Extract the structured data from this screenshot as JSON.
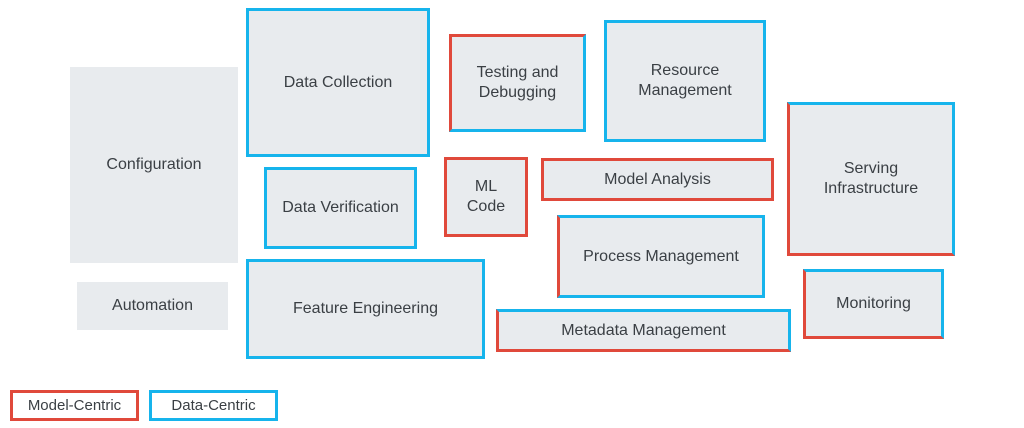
{
  "colors": {
    "model_centric": "#e0493b",
    "data_centric": "#16b4ec",
    "box_fill": "#e8ebee"
  },
  "boxes": {
    "configuration": "Configuration",
    "automation": "Automation",
    "data_collection": "Data Collection",
    "data_verification": "Data Verification",
    "feature_engineering": "Feature Engineering",
    "testing_debugging": "Testing and\nDebugging",
    "ml_code": "ML\nCode",
    "resource_management": "Resource\nManagement",
    "model_analysis": "Model Analysis",
    "process_management": "Process Management",
    "metadata_management": "Metadata Management",
    "serving_infrastructure": "Serving\nInfrastructure",
    "monitoring": "Monitoring"
  },
  "legend": {
    "model_centric": "Model-Centric",
    "data_centric": "Data-Centric"
  }
}
